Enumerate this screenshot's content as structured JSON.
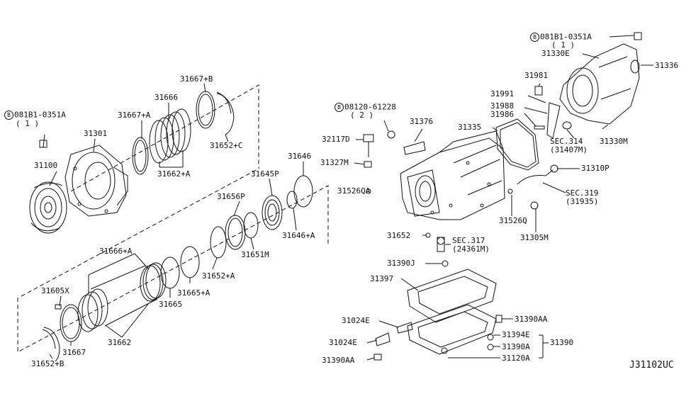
{
  "diagram_id": "J31102UC",
  "callouts": {
    "bolt_marker": "B",
    "b_081b1_0351a_left": "081B1-0351A",
    "qty_left": "( 1 )",
    "b_081b1_0351a_right": "081B1-0351A",
    "qty_right": "( 1 )",
    "b_08120_61228": "08120-61228",
    "qty_08120": "( 2 )"
  },
  "labels": {
    "p31100": "31100",
    "p31301": "31301",
    "p31667a": "31667+A",
    "p31666": "31666",
    "p31667b": "31667+B",
    "p31652c": "31652+C",
    "p31662a": "31662+A",
    "p31656p": "31656P",
    "p31645p": "31645P",
    "p31646": "31646",
    "p31646a": "31646+A",
    "p31651m": "31651M",
    "p31652a": "31652+A",
    "p31665a": "31665+A",
    "p31665": "31665",
    "p31666a": "31666+A",
    "p31605x": "31605X",
    "p31667": "31667",
    "p31662": "31662",
    "p31652b": "31652+B",
    "p32117d": "32117D",
    "p31327m": "31327M",
    "p31526qa": "31526QA",
    "p31376": "31376",
    "p31335": "31335",
    "p31981": "31981",
    "p31991": "31991",
    "p31988": "31988",
    "p31986": "31986",
    "p31330e": "31330E",
    "p31336": "31336",
    "sec314": "SEC.314",
    "sec314_ref": "(31407M)",
    "p31330m": "31330M",
    "p31310p": "31310P",
    "sec319": "SEC.319",
    "sec319_ref": "(31935)",
    "p31526q": "31526Q",
    "p31305m": "31305M",
    "p31652": "31652",
    "sec317": "SEC.317",
    "sec317_ref": "(24361M)",
    "p31390j": "31390J",
    "p31397": "31397",
    "p31024e_1": "31024E",
    "p31024e_2": "31024E",
    "p31390aa_1": "31390AA",
    "p31390aa_2": "31390AA",
    "p31394e": "31394E",
    "p31390a": "31390A",
    "p31390": "31390",
    "p31120a": "31120A"
  },
  "colors": {
    "ink": "#111111",
    "background": "#ffffff"
  }
}
